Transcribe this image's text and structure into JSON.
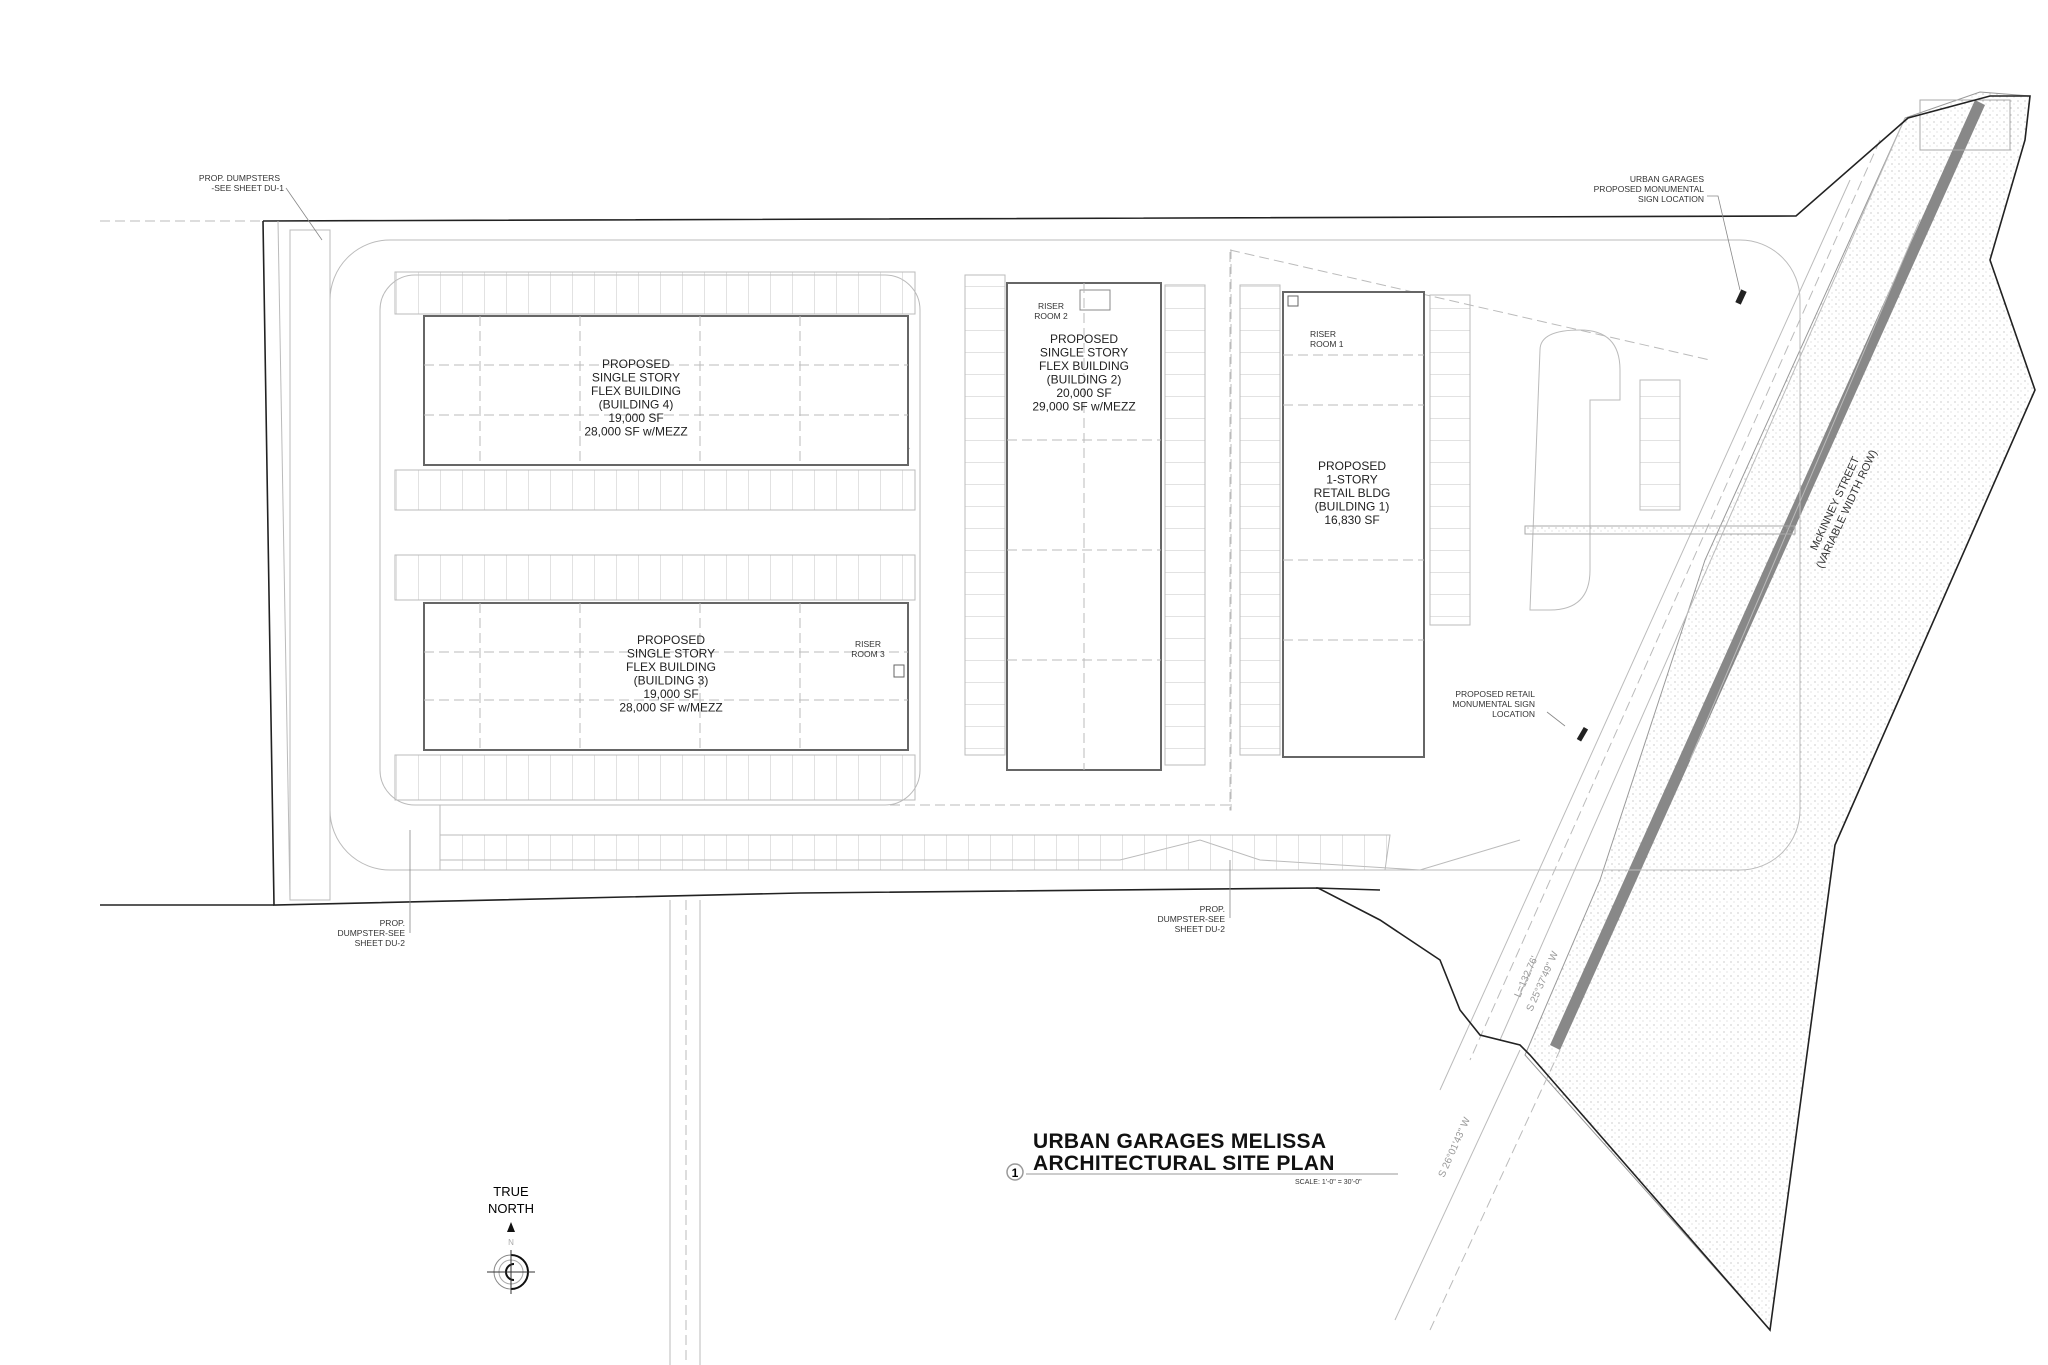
{
  "title": {
    "line1": "URBAN GARAGES MELISSA",
    "line2": "ARCHITECTURAL SITE PLAN",
    "number": "1",
    "scale": "SCALE:  1'-0\" = 30'-0\""
  },
  "north": {
    "line1": "TRUE",
    "line2": "NORTH",
    "mark": "N"
  },
  "buildings": [
    {
      "lines": [
        "PROPOSED",
        "SINGLE STORY",
        "FLEX BUILDING",
        "(BUILDING 4)",
        "19,000 SF",
        "28,000 SF w/MEZZ"
      ]
    },
    {
      "lines": [
        "PROPOSED",
        "SINGLE STORY",
        "FLEX BUILDING",
        "(BUILDING 3)",
        "19,000 SF",
        "28,000 SF w/MEZZ"
      ]
    },
    {
      "lines": [
        "PROPOSED",
        "SINGLE STORY",
        "FLEX BUILDING",
        "(BUILDING 2)",
        "20,000 SF",
        "29,000 SF w/MEZZ"
      ]
    },
    {
      "lines": [
        "PROPOSED",
        "1-STORY",
        "RETAIL BLDG",
        "(BUILDING 1)",
        "16,830 SF"
      ]
    }
  ],
  "risers": [
    {
      "lines": [
        "RISER",
        "ROOM 1"
      ]
    },
    {
      "lines": [
        "RISER",
        "ROOM 2"
      ]
    },
    {
      "lines": [
        "RISER",
        "ROOM 3"
      ]
    }
  ],
  "callouts": {
    "dumpsters_top": [
      "PROP. DUMPSTERS",
      "-SEE SHEET DU-1"
    ],
    "urban_sign": [
      "URBAN GARAGES",
      "PROPOSED MONUMENTAL",
      "SIGN LOCATION"
    ],
    "retail_sign": [
      "PROPOSED RETAIL",
      "MONUMENTAL SIGN",
      "LOCATION"
    ],
    "dumpster_left": [
      "PROP.",
      "DUMPSTER-SEE",
      "SHEET DU-2"
    ],
    "dumpster_right": [
      "PROP.",
      "DUMPSTER-SEE",
      "SHEET DU-2"
    ]
  },
  "street": [
    "McKINNEY STREET",
    "(VARIABLE WIDTH ROW)"
  ],
  "bearings": {
    "b1": "L=132.76'",
    "b2": "S 25°37'49\" W",
    "b3": "S 26°01'43\" W"
  }
}
